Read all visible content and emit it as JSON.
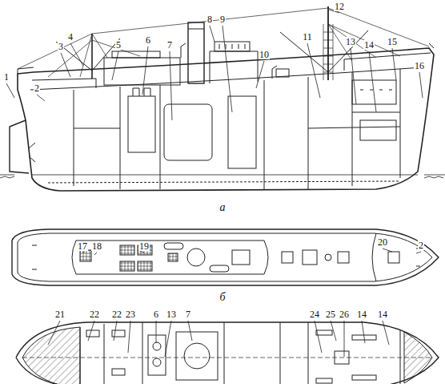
{
  "diagram": {
    "labels": [
      "1",
      "2",
      "3",
      "4",
      "5",
      "6",
      "7",
      "8",
      "9",
      "10",
      "11",
      "12",
      "13",
      "14",
      "15",
      "16",
      "а",
      "17",
      "18",
      "19",
      "20",
      "2",
      "б",
      "21",
      "22",
      "22",
      "23",
      "6",
      "13",
      "7",
      "24",
      "25",
      "26",
      "14",
      "14"
    ]
  }
}
